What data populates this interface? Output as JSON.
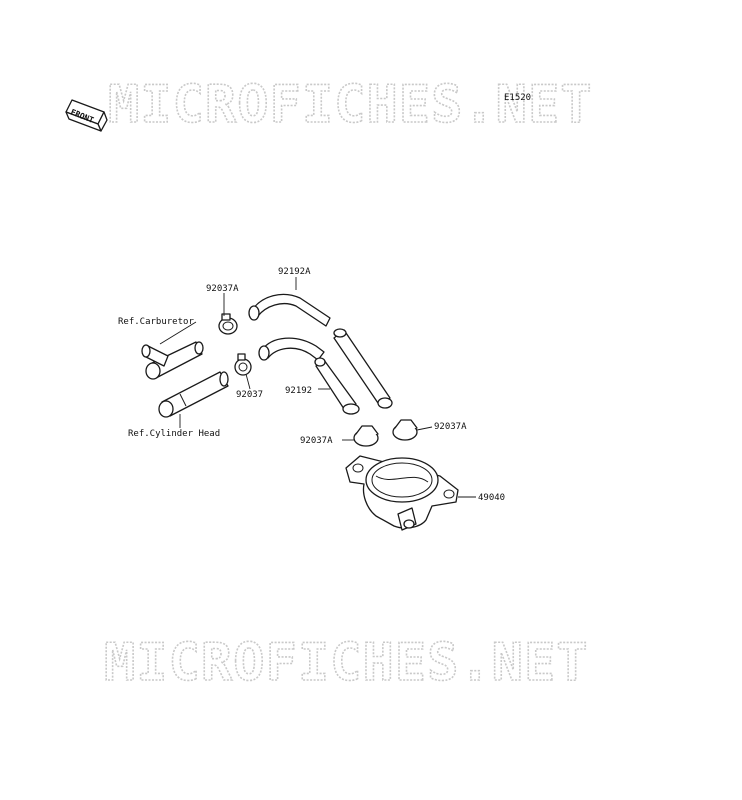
{
  "diagram_code": "E1520",
  "front_label": "FRONT",
  "watermark": "MICROFICHES.NET",
  "callouts": {
    "hose_a": "92192A",
    "clamp_a_upper": "92037A",
    "clamp": "92037",
    "hose": "92192",
    "clamp_a_lower_left": "92037A",
    "clamp_a_lower_right": "92037A",
    "valve": "49040"
  },
  "references": {
    "carburetor": "Ref.Carburetor",
    "cylinder_head": "Ref.Cylinder Head"
  }
}
